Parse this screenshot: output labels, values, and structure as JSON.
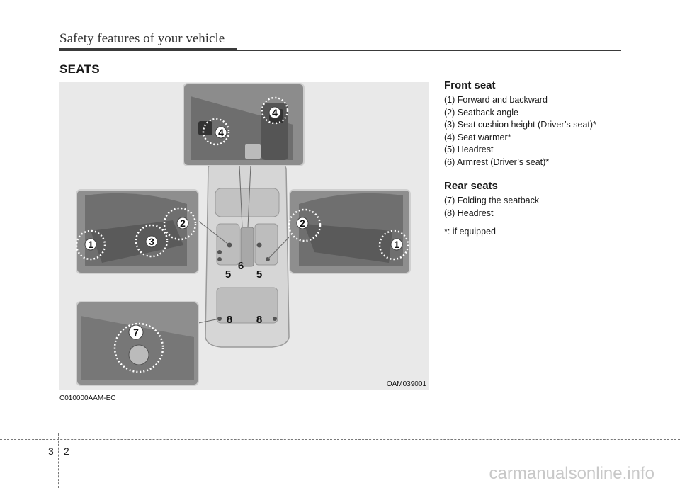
{
  "header": {
    "title": "Safety features of your vehicle"
  },
  "section": {
    "heading": "SEATS"
  },
  "figure": {
    "code": "OAM039001",
    "callouts": [
      "1",
      "2",
      "3",
      "4",
      "5",
      "6",
      "7",
      "8"
    ]
  },
  "doc_code": "C010000AAM-EC",
  "front_seat": {
    "heading": "Front seat",
    "items": [
      "(1) Forward and backward",
      "(2) Seatback angle",
      "(3) Seat cushion height (Driver’s seat)*",
      "(4) Seat warmer*",
      "(5) Headrest",
      "(6) Armrest (Driver’s seat)*"
    ]
  },
  "rear_seats": {
    "heading": "Rear seats",
    "items": [
      "(7) Folding the seatback",
      "(8) Headrest"
    ]
  },
  "footnote": "*: if equipped",
  "footer": {
    "chapter": "3",
    "page": "2"
  },
  "watermark": "carmanualsonline.info"
}
